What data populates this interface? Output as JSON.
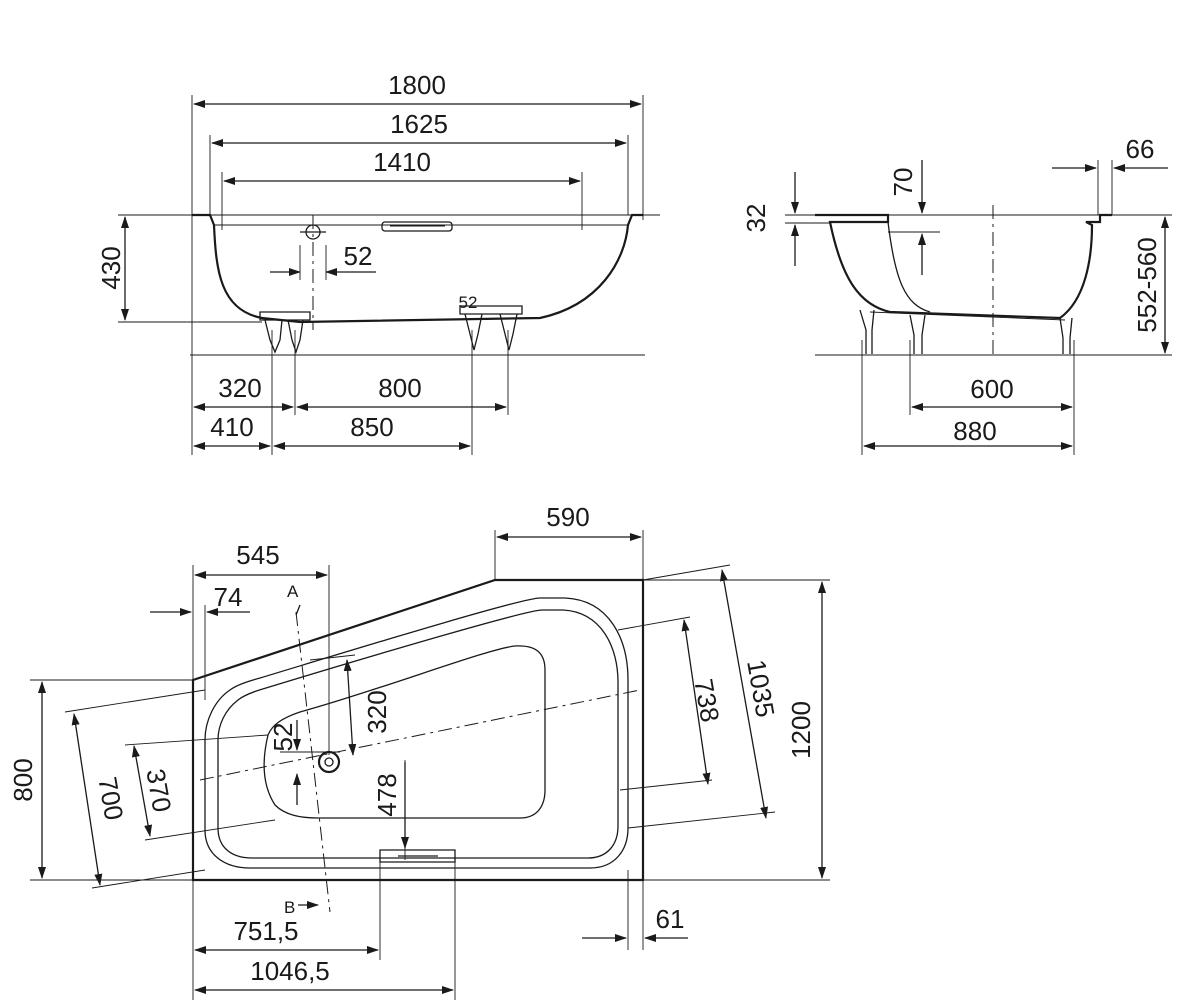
{
  "side_view": {
    "overall_length": "1800",
    "rim_length": "1625",
    "inner_length": "1410",
    "height": "430",
    "drain_offset": "52",
    "foot_label": "52",
    "foot_a_offset": "320",
    "foot_span_a": "800",
    "foot_b_offset": "410",
    "foot_span_b": "850"
  },
  "end_view": {
    "rim_flange": "66",
    "rim_height": "70",
    "rim_thickness": "32",
    "height_range": "552-560",
    "feet_span": "600",
    "width": "880"
  },
  "plan_view": {
    "drain_offset": "545",
    "short_rim_offset": "74",
    "angled_top": "590",
    "right_width": "61",
    "section_a": "A",
    "section_b": "B",
    "overall_depth": "1200",
    "diag_depth": "1035",
    "inner_depth": "738",
    "left_depth": "800",
    "left_diag": "700",
    "bottom_inner": "370",
    "floor_offset": "320",
    "drain_to_rim": "52",
    "overflow_offset": "478",
    "overflow_x": "751,5",
    "overall_x": "1046,5"
  }
}
